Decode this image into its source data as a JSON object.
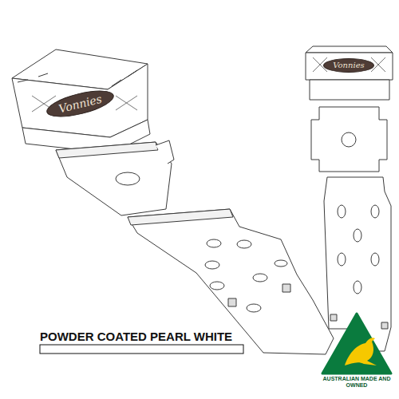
{
  "diagram": {
    "nodes": [
      {
        "text": [
          "Vonnies"
        ]
      },
      {
        "text": [
          "Vonnies"
        ]
      }
    ],
    "labels": [
      "POWDER COATED PEARL WHITE",
      "AUSTRALIAN MADE AND OWNED"
    ]
  }
}
